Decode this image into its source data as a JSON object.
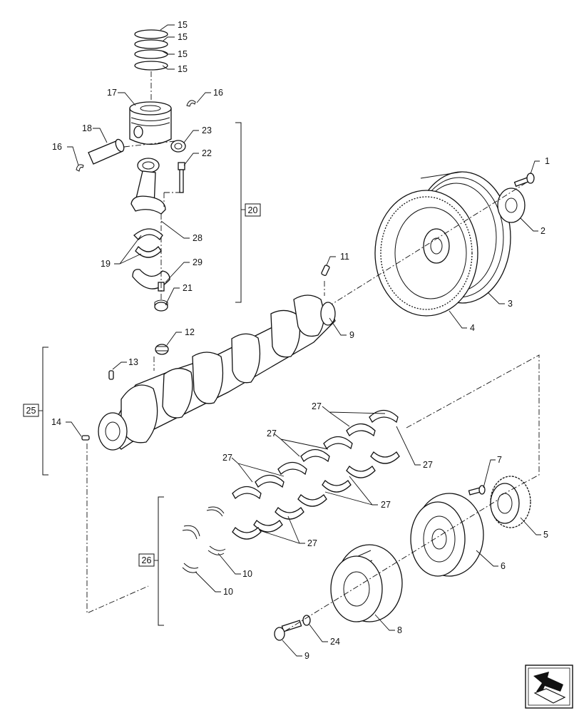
{
  "callouts": {
    "c1": "1",
    "c2": "2",
    "c3": "3",
    "c4": "4",
    "c5": "5",
    "c6": "6",
    "c7": "7",
    "c8": "8",
    "c9a": "9",
    "c9b": "9",
    "c10a": "10",
    "c10b": "10",
    "c11": "11",
    "c12": "12",
    "c13": "13",
    "c14": "14",
    "c15a": "15",
    "c15b": "15",
    "c15c": "15",
    "c15d": "15",
    "c16a": "16",
    "c16b": "16",
    "c17": "17",
    "c18": "18",
    "c19": "19",
    "c21": "21",
    "c22": "22",
    "c23": "23",
    "c24": "24",
    "c27a": "27",
    "c27b": "27",
    "c27c": "27",
    "c27d": "27",
    "c27e": "27",
    "c27f": "27",
    "c28": "28",
    "c29": "29"
  },
  "groups": {
    "g20": "20",
    "g25": "25",
    "g26": "26"
  },
  "nav": {
    "icon": "next-page-arrow-icon"
  }
}
